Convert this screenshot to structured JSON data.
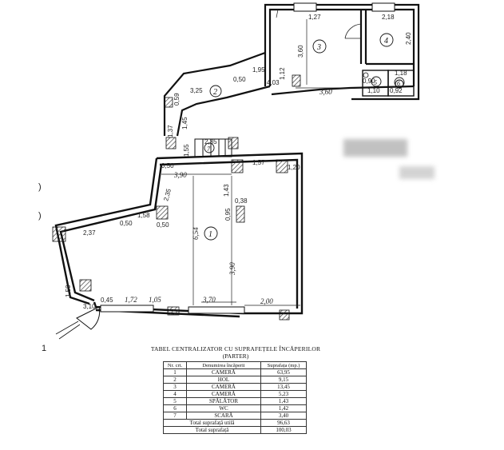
{
  "plan": {
    "dimensions": {
      "r3_top": "1,27",
      "r4_top": "2,18",
      "r3_height": "3,60",
      "r4_height": "2,40",
      "r3_bottom": "3,60",
      "hall_a": "1,95",
      "hall_b": "1,12",
      "hall_c": "4,03",
      "hall_d": "0,50",
      "hall_e": "3,25",
      "hall_f": "1,37",
      "hall_g": "0,59",
      "hall_h": "1,55",
      "hall_i": "1,45",
      "r5_a": "0,90",
      "r5_b": "1,10",
      "r6_a": "1,18",
      "r6_b": "0,92",
      "stair_w": "2,35",
      "r1_top_left": "0,50",
      "r1_top_mid": "1,57",
      "r1_right_top": "1,20",
      "r1_width_top": "3,90",
      "r1_left_a": "2,35",
      "r1_left_b": "1,58",
      "r1_inner_a": "1,43",
      "r1_inner_b": "0,38",
      "r1_inner_c": "0,95",
      "r1_height": "6,54",
      "r1_height2": "3,90",
      "r1_left_angle": "2,37",
      "r1_pillar": "0,50",
      "r1_pillar2": "0,50",
      "r1_bottom_a": "0,45",
      "r1_bottom_b": "1,72",
      "r1_bottom_c": "1,05",
      "r1_bottom_d": "3,70",
      "r1_bottom_e": "2,00",
      "entry_a": "3,10",
      "entry_b": "1,50"
    },
    "room_numbers": [
      "1",
      "2",
      "3",
      "4",
      "5",
      "6",
      "7"
    ]
  },
  "margin_marks": [
    ")",
    ")",
    "1"
  ],
  "table": {
    "title": "TABEL CENTRALIZATOR CU SUPRAFEȚELE ÎNCĂPERILOR",
    "subtitle": "(PARTER)",
    "headers": [
      "Nr. crt.",
      "Denumirea încăperii",
      "Suprafața (mp.)"
    ],
    "rows": [
      [
        "1",
        "CAMERĂ",
        "63,95"
      ],
      [
        "2",
        "HOL",
        "9,15"
      ],
      [
        "3",
        "CAMERĂ",
        "13,45"
      ],
      [
        "4",
        "CAMERĂ",
        "5,23"
      ],
      [
        "5",
        "SPĂLĂTOR",
        "1,43"
      ],
      [
        "6",
        "WC",
        "1,42"
      ],
      [
        "7",
        "SCARĂ",
        "3,40"
      ]
    ],
    "total_useful_label": "Total suprafață utilă",
    "total_useful_value": "96,63",
    "total_built_label": "Total suprafață",
    "total_built_value": "100,03"
  }
}
